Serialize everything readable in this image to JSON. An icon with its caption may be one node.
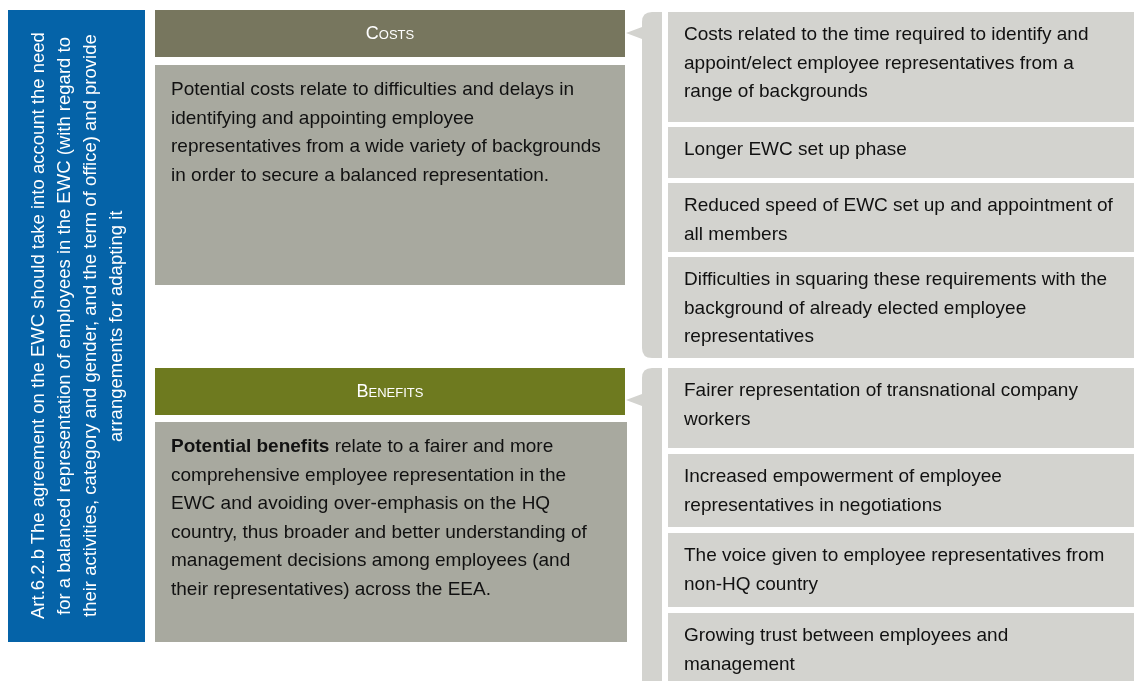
{
  "diagram": {
    "nodes": [
      {
        "text": [
          "Art.6.2.b The agreement on the EWC should take into account the need for a balanced representation of employees in the EWC (with regard to their activities, category and gender, and the term of office) and provide arrangements for adapting it"
        ]
      },
      {
        "text": [
          "Costs"
        ]
      },
      {
        "text": [
          "Potential costs relate to difficulties and delays in identifying and appointing employee representatives from a wide variety of backgrounds in order to secure a balanced representation."
        ]
      },
      {
        "text": [
          "Costs related to the time required to identify and appoint/elect employee representatives from a range of backgrounds"
        ]
      },
      {
        "text": [
          "Longer EWC set up phase"
        ]
      },
      {
        "text": [
          "Reduced speed of EWC set up and appointment of all members"
        ]
      },
      {
        "text": [
          "Difficulties in squaring these requirements with the background of already elected employee representatives"
        ]
      },
      {
        "text": [
          "Benefits"
        ]
      },
      {
        "text": [
          "**Potential benefits** relate to a fairer and more comprehensive employee representation in the EWC and avoiding over-emphasis on the HQ country, thus broader and better understanding of management decisions among employees (and their representatives) across the EEA."
        ]
      },
      {
        "text": [
          "Fairer representation of transnational company workers"
        ]
      },
      {
        "text": [
          "Increased empowerment of employee representatives in negotiations"
        ]
      },
      {
        "text": [
          "The voice given to employee representatives from non-HQ country"
        ]
      },
      {
        "text": [
          "Growing trust between employees and management"
        ]
      }
    ]
  }
}
